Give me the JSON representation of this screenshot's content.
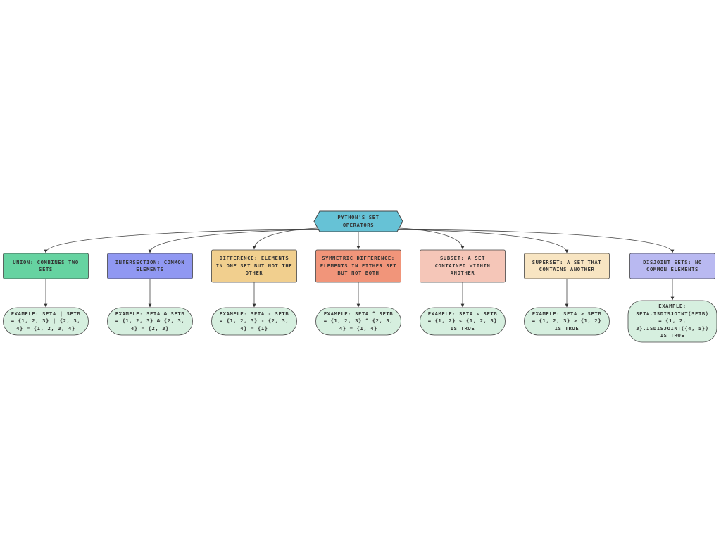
{
  "root": {
    "label": "PYTHON'S SET OPERATORS",
    "color": "#66c2d6"
  },
  "operators": [
    {
      "label": "UNION: COMBINES TWO SETS",
      "color": "#66d3a1",
      "example": "EXAMPLE: SETA | SETB = {1, 2, 3} | {2, 3, 4} = {1, 2, 3, 4}"
    },
    {
      "label": "INTERSECTION: COMMON ELEMENTS",
      "color": "#9098f2",
      "example": "EXAMPLE: SETA & SETB = {1, 2, 3} & {2, 3, 4} = {2, 3}"
    },
    {
      "label": "DIFFERENCE: ELEMENTS IN ONE SET BUT NOT THE OTHER",
      "color": "#f1cf8e",
      "example": "EXAMPLE: SETA - SETB = {1, 2, 3} - {2, 3, 4} = {1}"
    },
    {
      "label": "SYMMETRIC DIFFERENCE: ELEMENTS IN EITHER SET BUT NOT BOTH",
      "color": "#f1957a",
      "example": "EXAMPLE: SETA ^ SETB = {1, 2, 3} ^ {2, 3, 4} = {1, 4}"
    },
    {
      "label": "SUBSET: A SET CONTAINED WITHIN ANOTHER",
      "color": "#f5c6b8",
      "example": "EXAMPLE: SETA < SETB = {1, 2} < {1, 2, 3} IS TRUE"
    },
    {
      "label": "SUPERSET: A SET THAT CONTAINS ANOTHER",
      "color": "#f8e5c2",
      "example": "EXAMPLE: SETA > SETB = {1, 2, 3} > {1, 2} IS TRUE"
    },
    {
      "label": "DISJOINT SETS: NO COMMON ELEMENTS",
      "color": "#b9b9f1",
      "example": "EXAMPLE: SETA.ISDISJOINT(SETB) = {1, 2, 3}.ISDISJOINT({4, 5}) IS TRUE"
    }
  ],
  "example_color": "#d6efdf",
  "stroke_color": "#444444"
}
